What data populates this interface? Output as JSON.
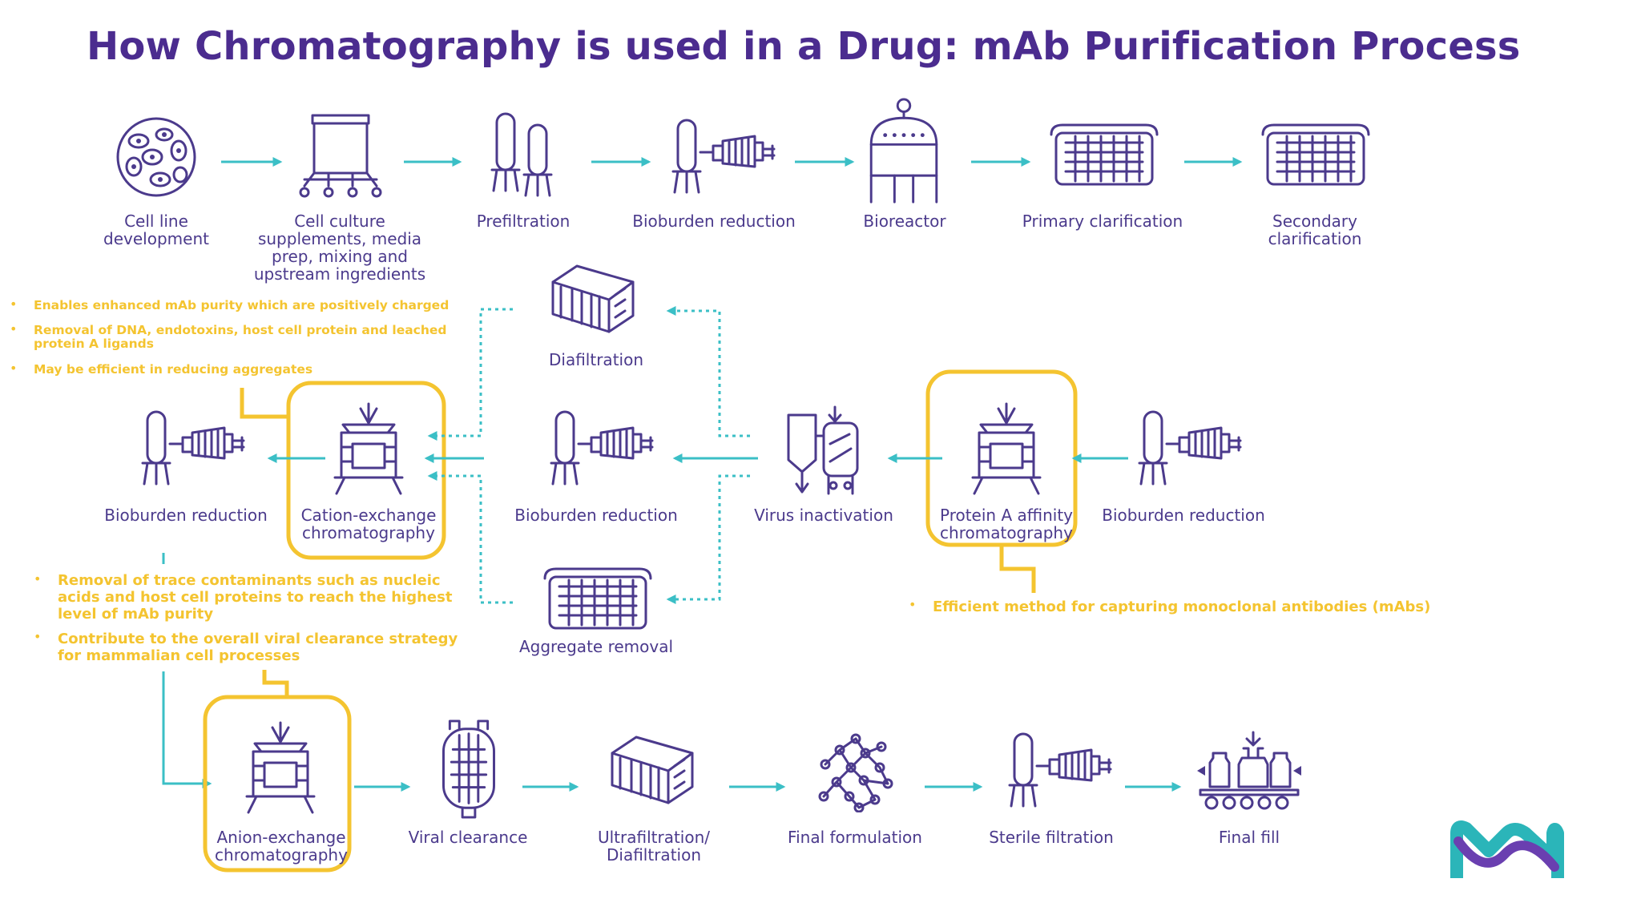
{
  "title": "How Chromatography is used in a Drug: mAb Purification Process",
  "row1": {
    "cell_line": [
      "Cell line",
      "development"
    ],
    "cell_culture": [
      "Cell culture",
      "supplements, media",
      "prep, mixing and",
      "upstream ingredients"
    ],
    "prefiltration": [
      "Prefiltration"
    ],
    "bioburden": [
      "Bioburden reduction"
    ],
    "bioreactor": [
      "Bioreactor"
    ],
    "primary": [
      "Primary clarification"
    ],
    "secondary": [
      "Secondary",
      "clarification"
    ]
  },
  "row2": {
    "bioburden_left": [
      "Bioburden reduction"
    ],
    "cation": [
      "Cation-exchange",
      "chromatography"
    ],
    "diafiltration": [
      "Diafiltration"
    ],
    "bioburden_mid": [
      "Bioburden reduction"
    ],
    "aggregate": [
      "Aggregate removal"
    ],
    "virus": [
      "Virus inactivation"
    ],
    "proteinA": [
      "Protein A affinity",
      "chromatography"
    ],
    "bioburden_right": [
      "Bioburden reduction"
    ]
  },
  "row3": {
    "anion": [
      "Anion-exchange",
      "chromatography"
    ],
    "viral_clearance": [
      "Viral clearance"
    ],
    "ultrafiltration": [
      "Ultrafiltration/",
      "Diafiltration"
    ],
    "formulation": [
      "Final formulation"
    ],
    "sterile": [
      "Sterile filtration"
    ],
    "final_fill": [
      "Final fill"
    ]
  },
  "notes": {
    "cation": [
      [
        "Enables enhanced mAb purity which are positively charged"
      ],
      [
        "Removal of DNA, endotoxins, host cell protein and leached",
        "protein A ligands"
      ],
      [
        "May be efficient in reducing aggregates"
      ]
    ],
    "anion": [
      [
        "Removal of trace contaminants such as nucleic",
        "acids and host cell proteins to reach the highest",
        "level of mAb purity"
      ],
      [
        "Contribute to the overall viral clearance strategy",
        "for mammalian cell processes"
      ]
    ],
    "proteinA": [
      [
        "Efficient method for capturing monoclonal antibodies (mAbs)"
      ]
    ]
  },
  "colors": {
    "title": "#4b2c8f",
    "icon": "#4b3a8c",
    "arrow": "#3bbfc6",
    "highlight": "#f4c430"
  },
  "icons": {
    "cell_line": "cell-icon",
    "cell_culture": "mixing-tank-icon",
    "prefiltration": "filter-cartridges-icon",
    "bioburden": "capsule-filter-icon",
    "bioreactor": "bioreactor-icon",
    "clarification": "depth-filter-icon",
    "chromatography": "chromatography-column-icon",
    "tff": "tff-cassette-icon",
    "virus": "virus-inactivation-tank-icon",
    "viral_clearance": "virus-filter-icon",
    "formulation": "molecule-icon",
    "final_fill": "filling-line-icon",
    "logo": "merck-logo-icon"
  }
}
